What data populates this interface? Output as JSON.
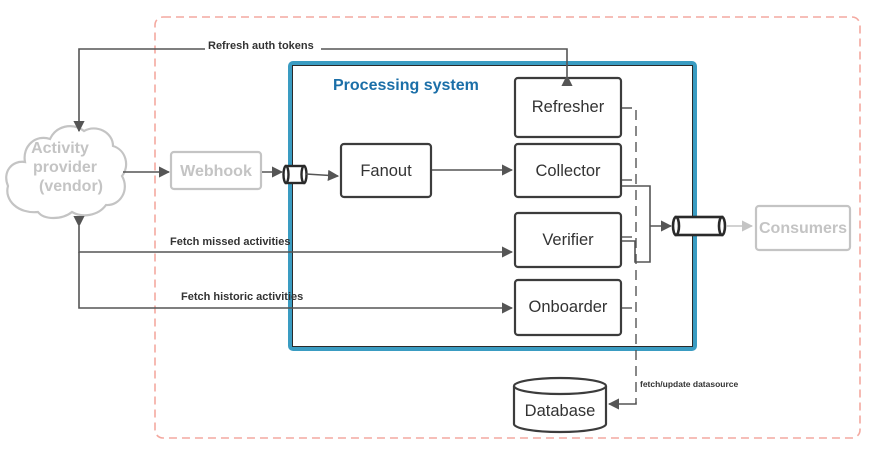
{
  "colors": {
    "boundary": "#f4a9a0",
    "system_stroke": "#3a9cc2",
    "system_title": "#1b6fa8",
    "faded": "#c4c4c4",
    "line": "#555555",
    "box_stroke": "#3c3c3c"
  },
  "diagram": {
    "system_title": "Processing system",
    "nodes": {
      "activity_provider": [
        "Activity",
        "provider",
        "(vendor)"
      ],
      "webhook": "Webhook",
      "fanout": "Fanout",
      "refresher": "Refresher",
      "collector": "Collector",
      "verifier": "Verifier",
      "onboarder": "Onboarder",
      "database": "Database",
      "consumers": "Consumers"
    },
    "edges": {
      "refresh_auth_tokens": "Refresh auth tokens",
      "fetch_missed_activities": "Fetch missed activities",
      "fetch_historic_activities": "Fetch historic activities",
      "fetch_update_datasource": "fetch/update datasource"
    }
  }
}
